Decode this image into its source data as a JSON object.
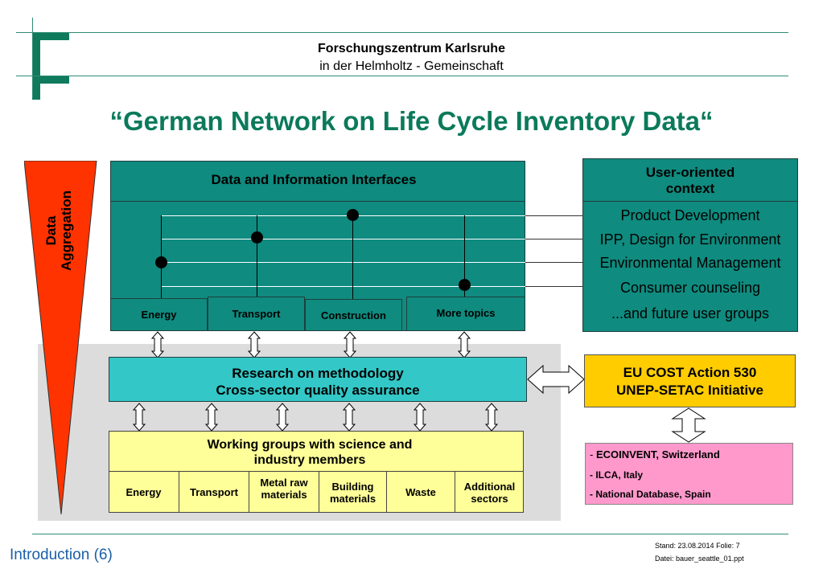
{
  "header": {
    "org_name": "Forschungszentrum Karlsruhe",
    "org_sub": "in der Helmholtz - Gemeinschaft"
  },
  "title": "“German Network on Life Cycle Inventory Data“",
  "aggregation": {
    "label_line1": "Data",
    "label_line2": "Aggregation"
  },
  "interfaces": {
    "title": "Data and Information Interfaces",
    "topics": [
      "Energy",
      "Transport",
      "Construction",
      "More topics"
    ]
  },
  "user_context": {
    "title_line1": "User-oriented",
    "title_line2": "context",
    "items": [
      "Product Development",
      "IPP, Design for Environment",
      "Environmental Management",
      "Consumer counseling",
      "...and future user groups"
    ]
  },
  "research": {
    "line1": "Research on methodology",
    "line2": "Cross-sector quality assurance"
  },
  "eu_cost": {
    "line1": "EU COST Action 530",
    "line2": "UNEP-SETAC Initiative"
  },
  "working_groups": {
    "title_line1": "Working groups with science and",
    "title_line2": "industry members",
    "sectors": [
      {
        "line1": "Energy",
        "line2": ""
      },
      {
        "line1": "Transport",
        "line2": ""
      },
      {
        "line1": "Metal raw",
        "line2": "materials"
      },
      {
        "line1": "Building",
        "line2": "materials"
      },
      {
        "line1": "Waste",
        "line2": ""
      },
      {
        "line1": "Additional",
        "line2": "sectors"
      }
    ]
  },
  "databases": [
    {
      "prefix": "- ",
      "name": "ECOINVENT, Switzerland"
    },
    {
      "prefix": "",
      "name": "- ILCA, Italy"
    },
    {
      "prefix": "",
      "name": "- National Database, Spain"
    }
  ],
  "footer": {
    "section": "Introduction (6)",
    "stand": "Stand: 23.08.2014  Folie: 7",
    "datei": "Datei: bauer_seattle_01.ppt"
  },
  "colors": {
    "teal": "#0f8b7f",
    "cyan": "#33c7c7",
    "yellow": "#ffff99",
    "gold": "#ffcc00",
    "pink": "#ff99cc",
    "red": "#ff3300",
    "green_title": "#0b7a5a",
    "gray_panel": "#dcdcdc"
  }
}
